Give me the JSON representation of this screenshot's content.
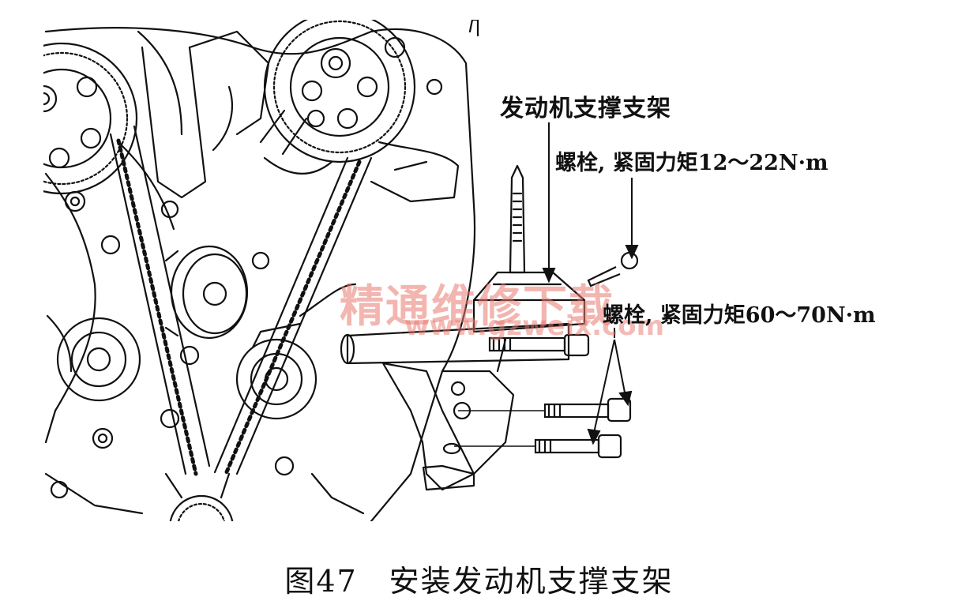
{
  "labels": {
    "bracket": "发动机支撑支架",
    "bolt_small": "螺栓, 紧固力矩12～22N·m",
    "bolt_large": "螺栓, 紧固力矩60～70N·m"
  },
  "caption": "图47　安装发动机支撑支架",
  "watermark": {
    "text": "精通维修下载",
    "url": "www.gzweix.com"
  }
}
